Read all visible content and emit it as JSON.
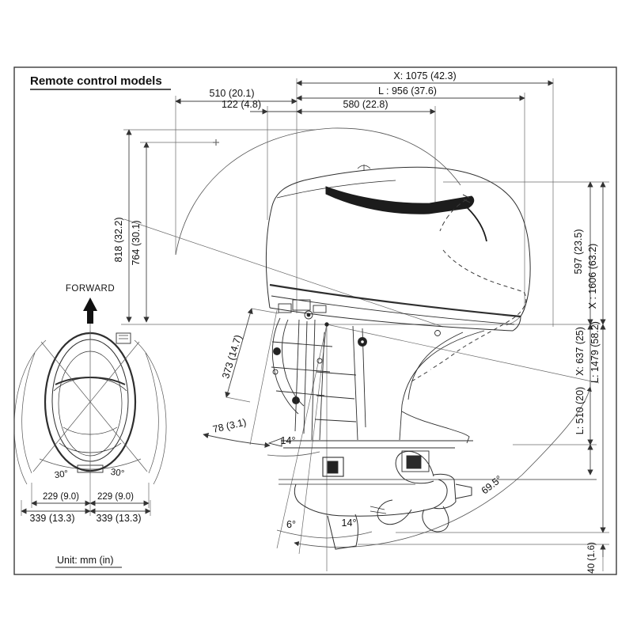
{
  "title": "Remote control models",
  "unit_note": "Unit: mm (in)",
  "orientation": {
    "forward_label": "FORWARD"
  },
  "colors": {
    "ink": "#1a1a1a",
    "line": "#444444",
    "background": "#ffffff"
  },
  "dimensions": {
    "top": {
      "overall_length_x": "X: 1075 (42.3)",
      "overall_length_l": "L : 956 (37.6)",
      "tilt_front_length": "510 (20.1)",
      "cowl_front_overhang": "122 (4.8)",
      "transom_to_rear": "580 (22.8)"
    },
    "left": {
      "tilted_height_max": "818 (32.2)",
      "tilted_height_top": "764 (30.1)"
    },
    "middle": {
      "bracket_span": "373 (14.7)",
      "bracket_offset": "78 (3.1)",
      "transom_angle": "14°"
    },
    "right": {
      "clamp_to_top": "597 (23.5)",
      "overall_height_x": "X : 1606 (63.2)",
      "overall_height_l": "L: 1479 (58.2)",
      "clamp_to_plate_x": "X: 637 (25)",
      "clamp_to_plate_l": "L: 510 (20)",
      "skeg_clearance": "40 (1.6)"
    },
    "bottom": {
      "tilt_range": "69.5°",
      "trim_min": "6°",
      "trim_max": "14°"
    },
    "top_view": {
      "steer_left": "30°",
      "steer_right": "30°",
      "inner_half_left": "229 (9.0)",
      "inner_half_right": "229 (9.0)",
      "outer_half_left": "339 (13.3)",
      "outer_half_right": "339 (13.3)"
    }
  }
}
